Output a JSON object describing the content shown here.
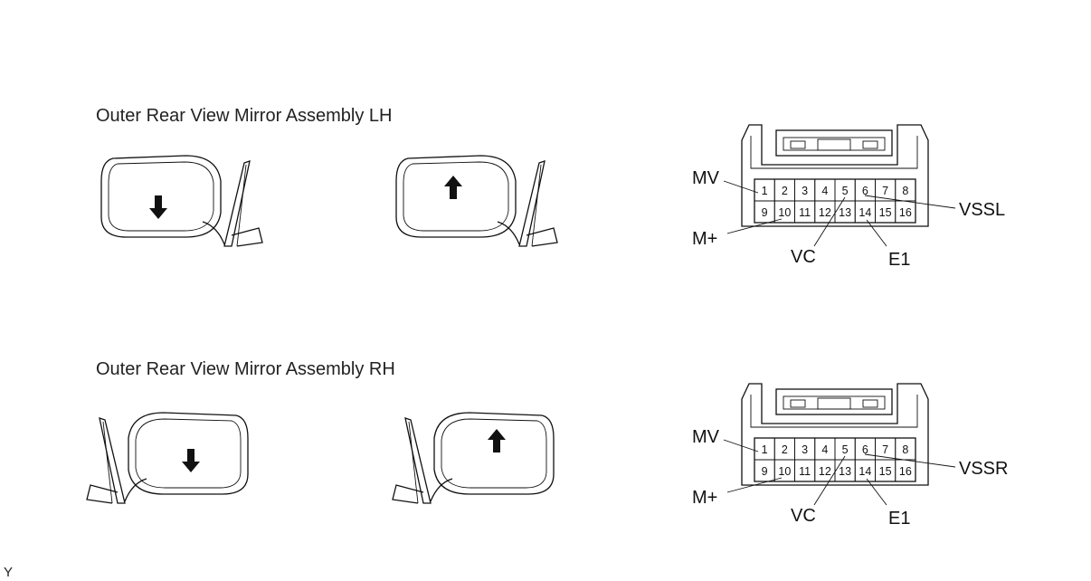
{
  "assemblies": [
    {
      "title": "Outer Rear View Mirror Assembly LH",
      "side": "LH",
      "mirrors": [
        {
          "arrow": "down"
        },
        {
          "arrow": "up"
        }
      ],
      "connector": {
        "pins_top": [
          "1",
          "2",
          "3",
          "4",
          "5",
          "6",
          "7",
          "8"
        ],
        "pins_bottom": [
          "9",
          "10",
          "11",
          "12",
          "13",
          "14",
          "15",
          "16"
        ],
        "labels": {
          "mv": "MV",
          "mplus": "M+",
          "vc": "VC",
          "e1": "E1",
          "vss": "VSSL"
        }
      }
    },
    {
      "title": "Outer Rear View Mirror Assembly RH",
      "side": "RH",
      "mirrors": [
        {
          "arrow": "down"
        },
        {
          "arrow": "up"
        }
      ],
      "connector": {
        "pins_top": [
          "1",
          "2",
          "3",
          "4",
          "5",
          "6",
          "7",
          "8"
        ],
        "pins_bottom": [
          "9",
          "10",
          "11",
          "12",
          "13",
          "14",
          "15",
          "16"
        ],
        "labels": {
          "mv": "MV",
          "mplus": "M+",
          "vc": "VC",
          "e1": "E1",
          "vss": "VSSR"
        }
      }
    }
  ],
  "corner_mark": "Y"
}
